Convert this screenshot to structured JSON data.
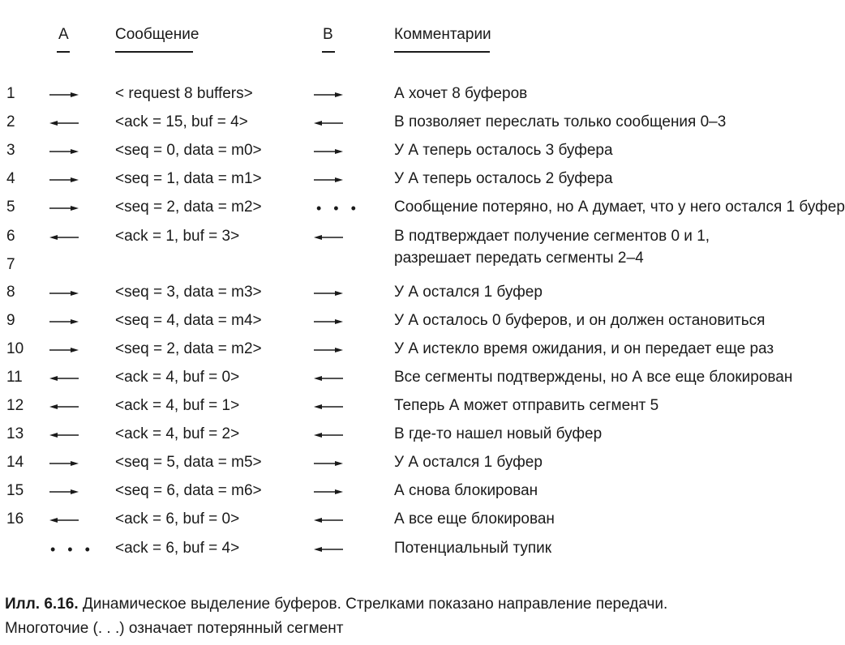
{
  "headers": {
    "a": "A",
    "message": "Сообщение",
    "b": "B",
    "comment": "Комментарии"
  },
  "rows": [
    {
      "num": "1",
      "a": "right",
      "msg": "< request 8 buffers>",
      "b": "right",
      "comment": "А хочет 8 буферов"
    },
    {
      "num": "2",
      "a": "left",
      "msg": "<ack = 15, buf = 4>",
      "b": "left",
      "comment": "В позволяет переслать только сообщения 0–3"
    },
    {
      "num": "3",
      "a": "right",
      "msg": "<seq = 0, data = m0>",
      "b": "right",
      "comment": "У А теперь осталось 3 буфера"
    },
    {
      "num": "4",
      "a": "right",
      "msg": "<seq = 1, data = m1>",
      "b": "right",
      "comment": " У А теперь осталось 2 буфера"
    },
    {
      "num": "5",
      "a": "right",
      "msg": "<seq = 2, data = m2>",
      "b": "dots",
      "comment": "Сообщение потеряно, но А думает, что у него остался 1 буфер"
    },
    {
      "num": "6",
      "a": "left",
      "msg": "<ack = 1, buf = 3>",
      "b": "left",
      "comment": "В подтверждает получение сегментов 0 и 1,"
    },
    {
      "num": "7",
      "a": "",
      "msg": "",
      "b": "",
      "comment": "разрешает передать сегменты 2–4"
    },
    {
      "num": "8",
      "a": "right",
      "msg": "<seq = 3, data = m3>",
      "b": "right",
      "comment": "У А остался 1 буфер"
    },
    {
      "num": "9",
      "a": "right",
      "msg": "<seq = 4, data = m4>",
      "b": "right",
      "comment": "У А осталось 0 буферов, и он должен остановиться"
    },
    {
      "num": "10",
      "a": "right",
      "msg": "<seq = 2, data = m2>",
      "b": "right",
      "comment": "У А истекло время ожидания, и он передает еще раз"
    },
    {
      "num": "11",
      "a": "left",
      "msg": "<ack = 4, buf = 0>",
      "b": "left",
      "comment": "Все сегменты подтверждены, но А все еще блокирован"
    },
    {
      "num": "12",
      "a": "left",
      "msg": "<ack = 4, buf = 1>",
      "b": "left",
      "comment": "Теперь А может отправить сегмент 5"
    },
    {
      "num": "13",
      "a": "left",
      "msg": "<ack = 4, buf = 2>",
      "b": "left",
      "comment": "В где-то нашел новый буфер"
    },
    {
      "num": "14",
      "a": "right",
      "msg": "<seq = 5, data = m5>",
      "b": "right",
      "comment": "У А остался 1 буфер"
    },
    {
      "num": "15",
      "a": "right",
      "msg": "<seq = 6, data = m6>",
      "b": "right",
      "comment": "А снова блокирован"
    },
    {
      "num": "16",
      "a": "left",
      "msg": "<ack = 6, buf = 0>",
      "b": "left",
      "comment": "А все еще блокирован"
    },
    {
      "num": "",
      "a": "dots",
      "msg": "<ack = 6, buf = 4>",
      "b": "left",
      "comment": "Потенциальный тупик"
    }
  ],
  "caption": {
    "label": "Илл. 6.16.",
    "line1": " Динамическое выделение буферов. Стрелками показано направление передачи.",
    "line2": "Многоточие (. . .) означает потерянный сегмент"
  },
  "dots_glyph": "• • •"
}
